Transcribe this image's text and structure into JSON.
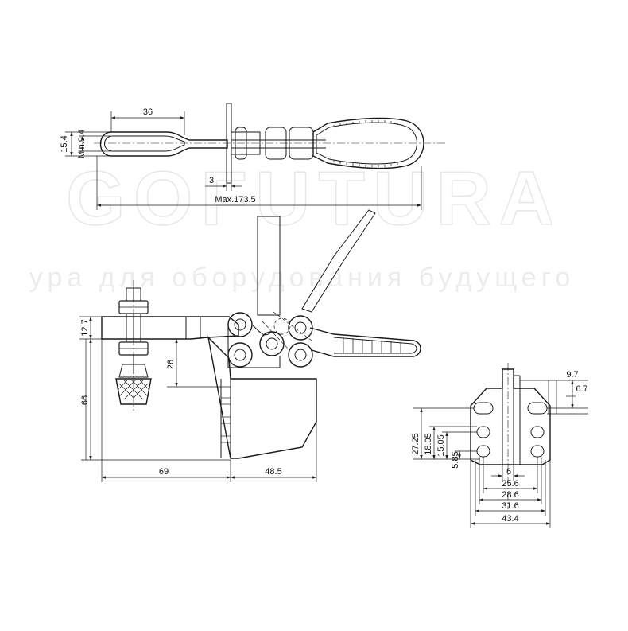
{
  "watermark": {
    "brand": "GOFUTURA",
    "tagline": "ура для оборудования будущего"
  },
  "dimensions": {
    "top_view": {
      "length_36": "36",
      "width_15_4": "15.4",
      "min_9_4": "Min.9.4",
      "thickness_3": "3",
      "max_length": "Max.173.5"
    },
    "side_view": {
      "height_12_7": "12.7",
      "height_26": "26",
      "height_66": "66",
      "length_69": "69",
      "length_48_5": "48.5"
    },
    "end_view": {
      "d_9_7": "9.7",
      "d_6_7": "6.7",
      "d_27_25": "27.25",
      "d_18_05": "18.05",
      "d_15_05": "15.05",
      "d_5_85": "5.85",
      "d_6": "6",
      "d_25_6": "25.6",
      "d_28_6": "28.6",
      "d_31_6": "31.6",
      "d_43_4": "43.4"
    }
  }
}
